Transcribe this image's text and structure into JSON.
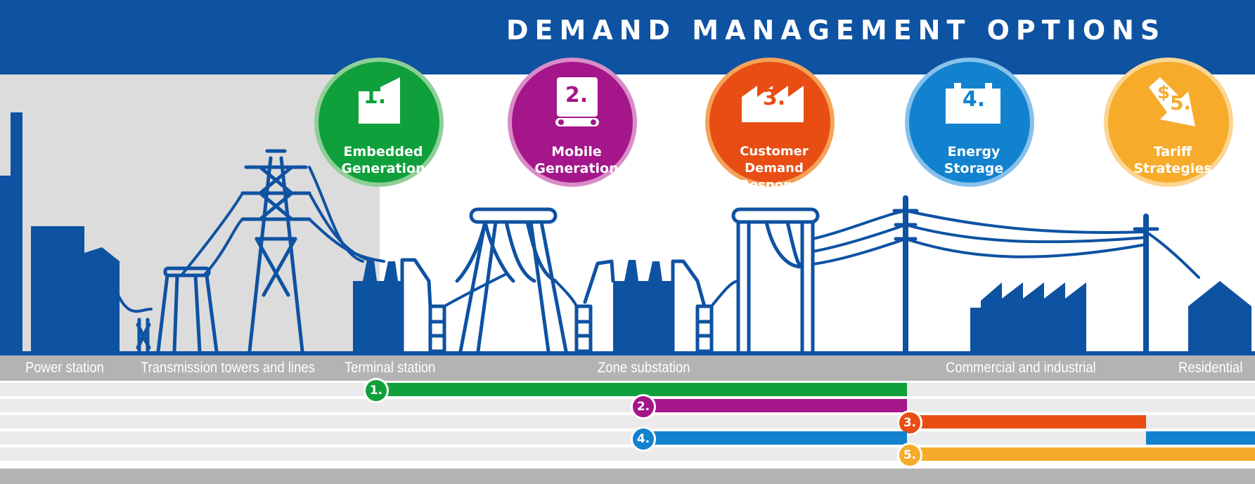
{
  "title": "DEMAND MANAGEMENT OPTIONS",
  "colors": {
    "banner": "#0e52a2",
    "infrastructure": "#0e52a2",
    "grey_panel": "#dcdcdc",
    "label_bar": "#b3b3b3",
    "lane": "#ebebeb"
  },
  "options": [
    {
      "number": "1.",
      "label": "Embedded\nGeneration",
      "icon": "building-with-flag-icon",
      "color": "#0fa03c",
      "ring": "#8fcf97"
    },
    {
      "number": "2.",
      "label": "Mobile\nGeneration",
      "icon": "mobile-generator-icon",
      "color": "#a4168a",
      "ring": "#d98cc6"
    },
    {
      "number": "3.",
      "label": "Customer Demand\nResponse",
      "icon": "factory-icon",
      "color": "#e84d13",
      "ring": "#f5a25a"
    },
    {
      "number": "4.",
      "label": "Energy\nStorage",
      "icon": "battery-icon",
      "color": "#1282cf",
      "ring": "#86c1eb"
    },
    {
      "number": "5.",
      "label": "Tariff\nStrategies",
      "icon": "price-down-icon",
      "color": "#f6ab2b",
      "ring": "#fbd592"
    }
  ],
  "stages": [
    "Power station",
    "Transmission towers and lines",
    "Terminal station",
    "Zone substation",
    "Commercial and industrial",
    "Residential"
  ],
  "ranges": [
    {
      "number": "1.",
      "from": "Terminal station",
      "to": "Zone substation",
      "color": "#0fa03c"
    },
    {
      "number": "2.",
      "from": "Zone substation",
      "to": "Zone substation",
      "color": "#a4168a"
    },
    {
      "number": "3.",
      "from": "Zone substation",
      "to": "Commercial and industrial",
      "color": "#e84d13"
    },
    {
      "number": "4.",
      "from": "Zone substation",
      "to": "Residential",
      "color": "#1282cf"
    },
    {
      "number": "5.",
      "from": "Zone substation",
      "to": "Residential",
      "color": "#f6ab2b"
    }
  ]
}
